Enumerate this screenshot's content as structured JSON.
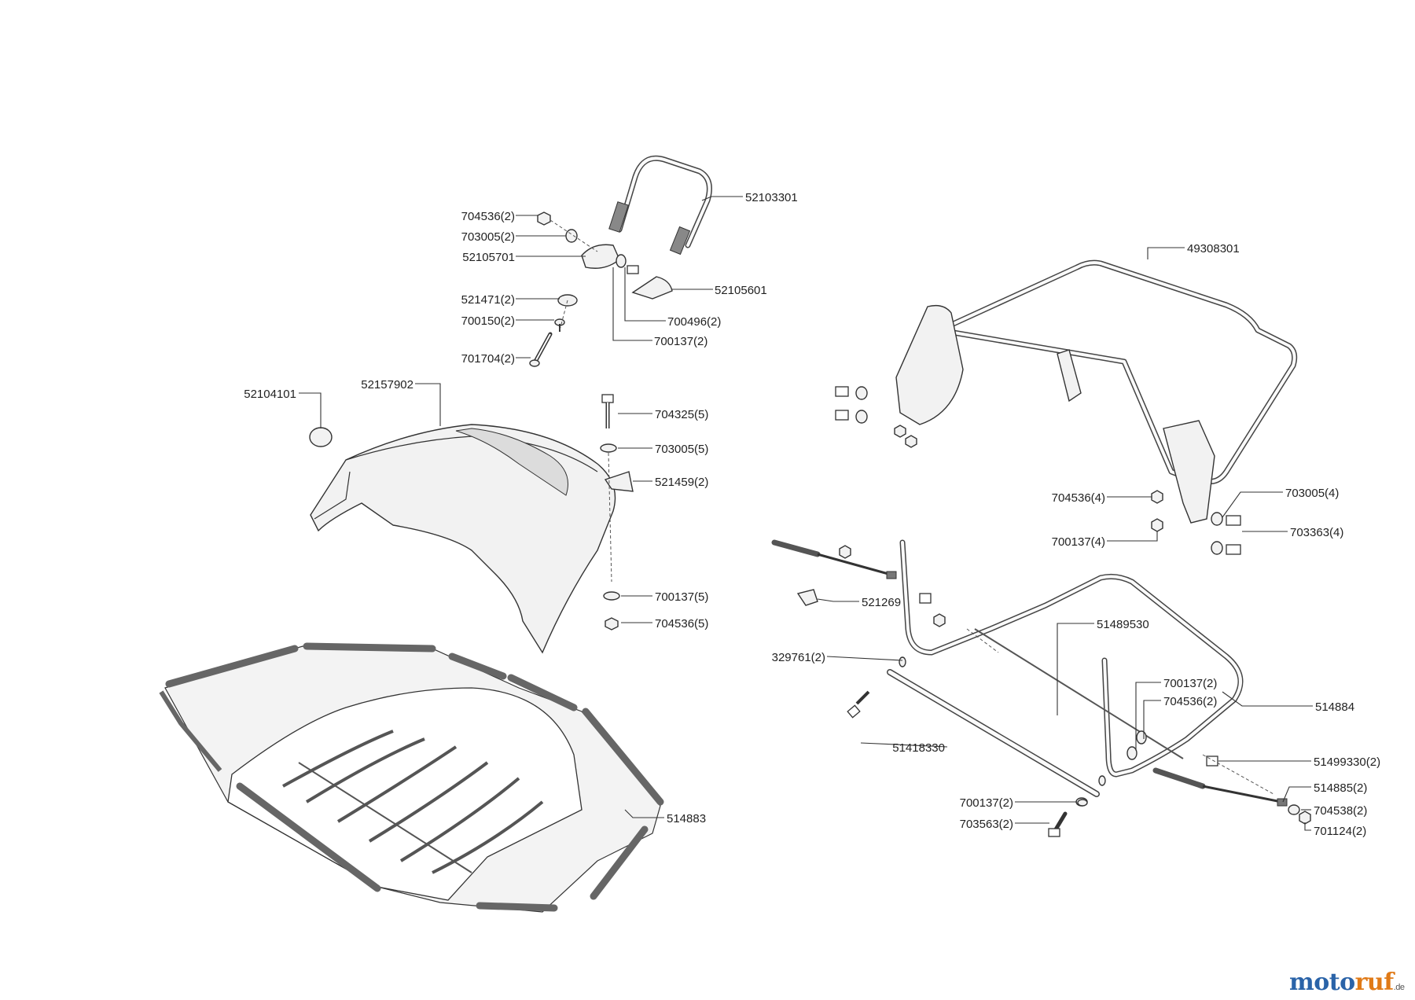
{
  "labels": {
    "p52103301": "52103301",
    "p704536_2": "704536(2)",
    "p703005_2": "703005(2)",
    "p52105701": "52105701",
    "p52105601": "52105601",
    "p521471_2": "521471(2)",
    "p700150_2": "700150(2)",
    "p700496_2": "700496(2)",
    "p700137_2a": "700137(2)",
    "p701704_2": "701704(2)",
    "p52104101": "52104101",
    "p52157902": "52157902",
    "p704325_5": "704325(5)",
    "p703005_5": "703005(5)",
    "p521459_2": "521459(2)",
    "p700137_5": "700137(5)",
    "p704536_5": "704536(5)",
    "p514883": "514883",
    "p49308301": "49308301",
    "p704536_4": "704536(4)",
    "p703005_4": "703005(4)",
    "p703363_4": "703363(4)",
    "p700137_4": "700137(4)",
    "p521269": "521269",
    "p51489530": "51489530",
    "p329761_2": "329761(2)",
    "p700137_2b": "700137(2)",
    "p704536_2b": "704536(2)",
    "p514884": "514884",
    "p51418330": "51418330",
    "p51499330_2": "51499330(2)",
    "p514885_2": "514885(2)",
    "p700137_2c": "700137(2)",
    "p704538_2": "704538(2)",
    "p703563_2": "703563(2)",
    "p701124_2": "701124(2)"
  },
  "logo": {
    "part1": "moto",
    "part2": "ruf",
    "suffix": ".de"
  },
  "colors": {
    "logo_blue": "#2a63a8",
    "logo_orange": "#e07a17",
    "line": "#333333"
  }
}
